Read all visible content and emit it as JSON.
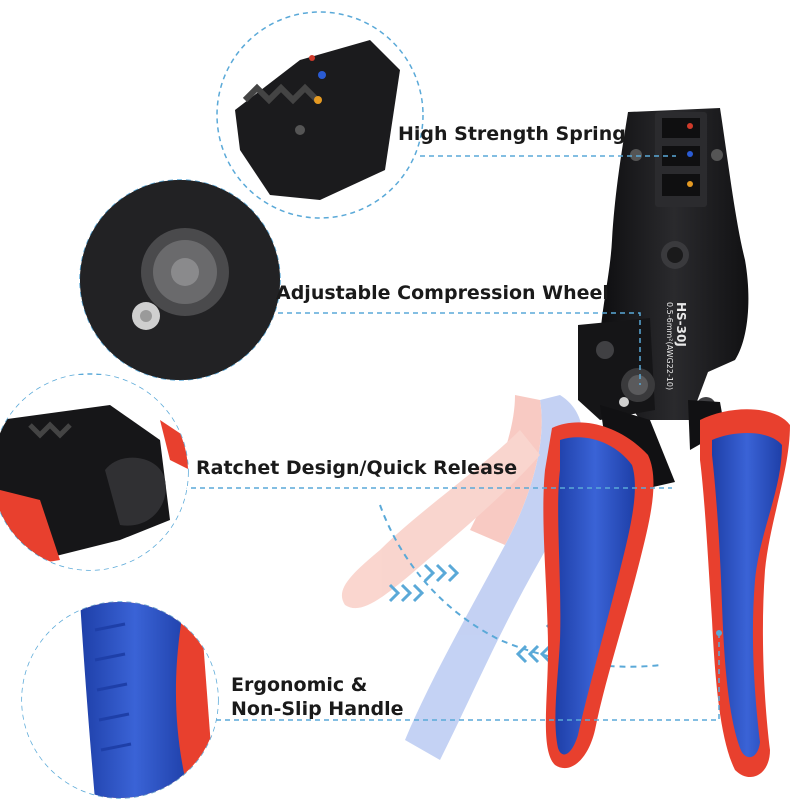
{
  "features": {
    "spring": "High Strength Spring",
    "wheel": "Adjustable Compression Wheel",
    "ratchet": "Ratchet Design/Quick Release",
    "handle_line1": "Ergonomic &",
    "handle_line2": "Non-Slip Handle"
  },
  "tool": {
    "model": "HS-30J",
    "spec": "0.5-6mm²(AWG22-10)"
  },
  "colors": {
    "handle_blue": "#2f55c7",
    "handle_red": "#e8402e",
    "body_black": "#1b1b1d",
    "guide_line": "#5aa9d8"
  }
}
